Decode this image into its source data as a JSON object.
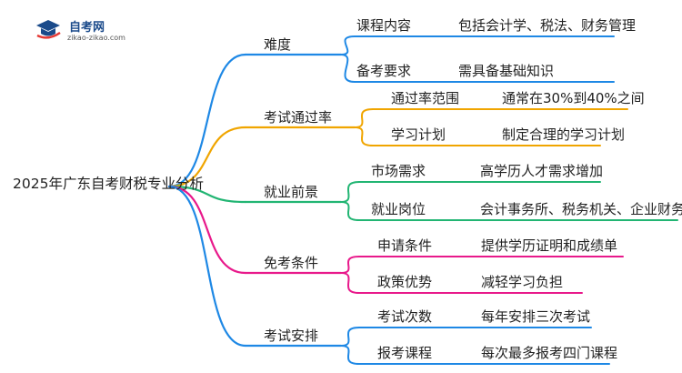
{
  "logo": {
    "name": "自考网",
    "url": "zikao-zikao.com"
  },
  "root": "2025年广东自考财税专业分析",
  "branches": [
    {
      "label": "难度",
      "color": "#1e88e5",
      "items": [
        {
          "key": "课程内容",
          "value": "包括会计学、税法、财务管理"
        },
        {
          "key": "备考要求",
          "value": "需具备基础知识"
        }
      ]
    },
    {
      "label": "考试通过率",
      "color": "#f0a500",
      "items": [
        {
          "key": "通过率范围",
          "value": "通常在30%到40%之间"
        },
        {
          "key": "学习计划",
          "value": "制定合理的学习计划"
        }
      ]
    },
    {
      "label": "就业前景",
      "color": "#22b573",
      "items": [
        {
          "key": "市场需求",
          "value": "高学历人才需求增加"
        },
        {
          "key": "就业岗位",
          "value": "会计事务所、税务机关、企业财务部门"
        }
      ]
    },
    {
      "label": "免考条件",
      "color": "#e8198b",
      "items": [
        {
          "key": "申请条件",
          "value": "提供学历证明和成绩单"
        },
        {
          "key": "政策优势",
          "value": "减轻学习负担"
        }
      ]
    },
    {
      "label": "考试安排",
      "color": "#1e88e5",
      "items": [
        {
          "key": "考试次数",
          "value": "每年安排三次考试"
        },
        {
          "key": "报考课程",
          "value": "每次最多报考四门课程"
        }
      ]
    }
  ]
}
